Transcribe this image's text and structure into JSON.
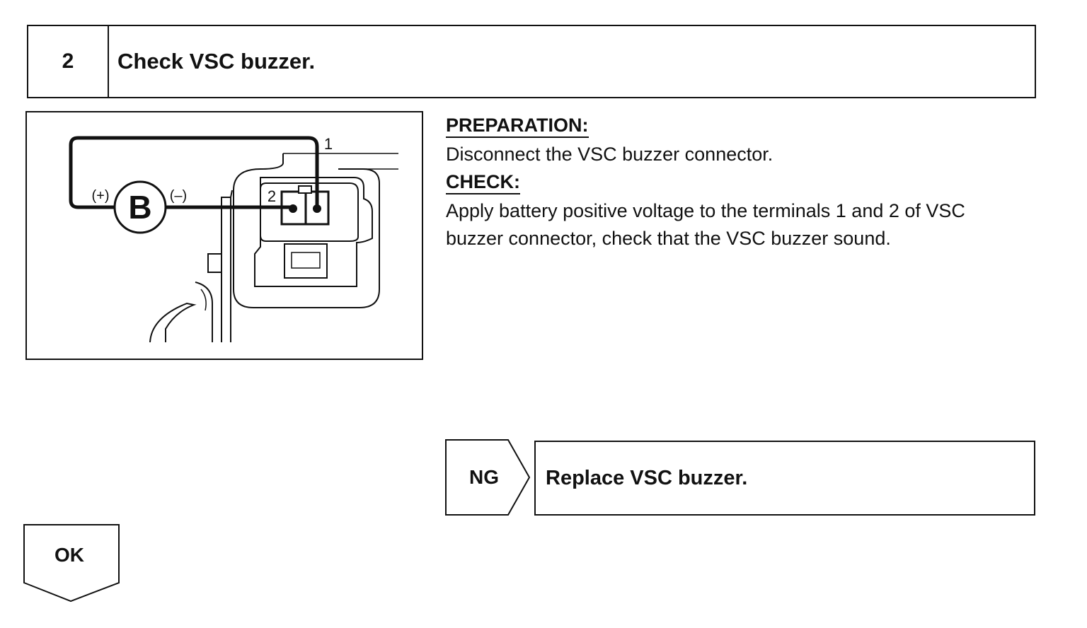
{
  "step": {
    "number": "2",
    "title": "Check VSC buzzer."
  },
  "figure": {
    "battery_label": "B",
    "plus_label": "(+)",
    "minus_label": "(–)",
    "terminal_1": "1",
    "terminal_2": "2"
  },
  "preparation": {
    "heading": "PREPARATION:",
    "text": "Disconnect the VSC buzzer connector."
  },
  "check": {
    "heading": "CHECK:",
    "text_line1": "Apply battery positive voltage to the terminals 1 and 2 of VSC",
    "text_line2": "buzzer connector, check that the VSC buzzer sound."
  },
  "ng": {
    "label": "NG",
    "action": "Replace VSC buzzer."
  },
  "ok": {
    "label": "OK"
  }
}
